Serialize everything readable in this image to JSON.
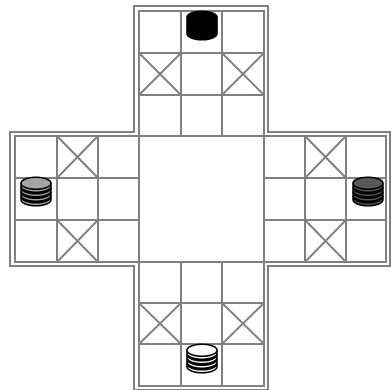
{
  "game": {
    "board_type": "cross-and-circle race board",
    "arms": [
      "top",
      "left",
      "right",
      "bottom"
    ],
    "arm_grid": {
      "rows": 3,
      "cols": 3
    },
    "center": "empty square",
    "safe_square_marker": "x-cross"
  },
  "pieces": [
    {
      "id": "top",
      "arm": "top",
      "color": "#000000",
      "stack": 4
    },
    {
      "id": "left",
      "arm": "left",
      "color": "#a6a6a6",
      "stack": 4
    },
    {
      "id": "right",
      "arm": "right",
      "color": "#595959",
      "stack": 4
    },
    {
      "id": "bottom",
      "arm": "bottom",
      "color": "#ffffff",
      "stack": 4
    }
  ],
  "colors": {
    "line": "#808080",
    "background": "#ffffff",
    "piece_outline": "#000000"
  }
}
